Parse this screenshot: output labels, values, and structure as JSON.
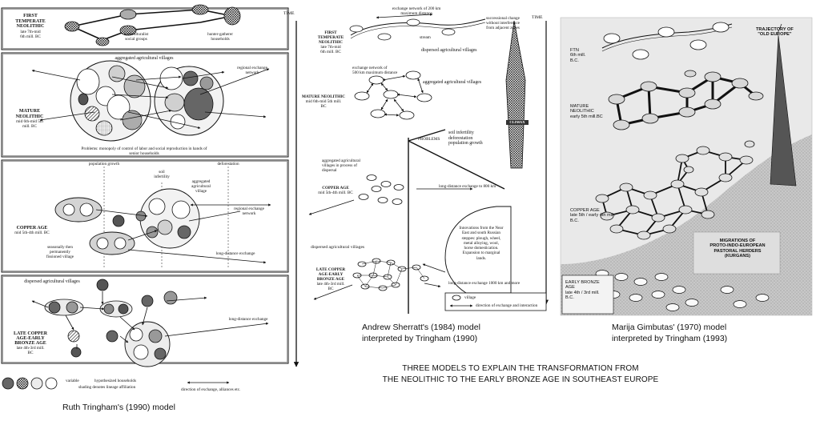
{
  "time_label": "TIME",
  "tringham": {
    "phases": {
      "ftn": "FIRST TEMPERATE NEOLITHIC",
      "ftn_date_1": "late 7th-mid",
      "ftn_date_2": "6th mill. BC",
      "mn": "MATURE NEOLITHIC",
      "mn_date_1": "mid 6th-mid 5th",
      "mn_date_2": "mill. BC",
      "ca": "COPPER AGE",
      "ca_date": "mid 5th-4th mill. BC",
      "lca_1": "LATE COPPER",
      "lca_2": "AGE-EARLY",
      "lca_3": "BRONZE AGE",
      "lca_date_1": "late 4th-3rd mill.",
      "lca_date_2": "BC"
    },
    "labels": {
      "horticulturalist": "horticulturalist",
      "social_groups": "social groups",
      "hunter_gatherer": "hunter-gatherer",
      "households": "households",
      "aggregated_villages": "aggregated   agricultural   villages",
      "regional_network_1": "regional exchange",
      "regional_network_2": "network",
      "problems_1": "Problems: monopoly of control of labor and social reproduction in hands of",
      "problems_2": "senior households",
      "population_growth": "population growth",
      "soil_1": "soil",
      "soil_2": "infertility",
      "deforestation": "deforestation",
      "agg_village_1": "aggregated",
      "agg_village_2": "agricultural",
      "agg_village_3": "village",
      "regional_b_1": "regional exchange",
      "regional_b_2": "network",
      "seasonal_1": "seasonally then",
      "seasonal_2": "permanently",
      "seasonal_3": "fissioned village",
      "long_distance": "long-distance exchange",
      "dispersed_villages": "dispersed   agricultural   villages",
      "long_distance_2": "long-distance exchange",
      "legend_variable": "variable",
      "legend_hypothesized": "hypothesized  households",
      "legend_shading": "shading denotes lineage affiliation",
      "legend_direction": "direction of exchange, alliances etc."
    },
    "caption": "Ruth Tringham's (1990) model"
  },
  "sherratt": {
    "labels": {
      "ftn_1": "FIRST",
      "ftn_2": "TEMPERATE",
      "ftn_3": "NEOLITHIC",
      "ftn_4": "late 7th-mid",
      "ftn_5": "6th mill. BC",
      "exch200_1": "exchange network of 200 km",
      "exch200_2": "maximum distance",
      "stream": "stream",
      "dispersed": "dispersed agricultural villages",
      "exch500_1": "exchange network of",
      "exch500_2": "500 km maximum distance",
      "agg": "aggregated agricultural villages",
      "mn_1": "MATURE NEOLITHIC",
      "mn_2": "mid 6th-mid 5th mill.",
      "mn_3": "BC",
      "successional_1": "successional change",
      "successional_2": "without interference",
      "successional_3": "from adjacent zones",
      "climax": "CLIMAX",
      "problems": "PROBLEMS",
      "soil_1": "soil infertility",
      "soil_2": "deforestation",
      "soil_3": "population growth",
      "agg_dispersal_1": "aggregated agricultural",
      "agg_dispersal_2": "villages in process of",
      "agg_dispersal_3": "dispersal",
      "ca_1": "COPPER AGE",
      "ca_2": "mid 5th-4th mill. BC",
      "ld800": "long-distance exchange to 800 km",
      "innov_1": "Innovations from the Near",
      "innov_2": "East and south Russian",
      "innov_3": "steppes: plough, wheel,",
      "innov_4": "metal alloying, wool,",
      "innov_5": "horse domestication.",
      "innov_6": "Expansion to marginal",
      "innov_7": "lands.",
      "dispersed2": "dispersed    agricultural    villages",
      "lca_1": "LATE COPPER",
      "lca_2": "AGE-EARLY",
      "lca_3": "BRONZE AGE",
      "lca_4": "late 4th-3rd mill.",
      "lca_5": "BC",
      "ld1000": "long-distance exchange 1000 km and more",
      "legend_village": "village",
      "legend_direction": "direction of exchange and interaction"
    },
    "caption_1": "Andrew Sherratt's (1984) model",
    "caption_2": "interpreted  by  Tringham (1990)"
  },
  "gimbutas": {
    "labels": {
      "trajectory_1": "TRAJECTORY OF",
      "trajectory_2": "\"OLD EUROPE\"",
      "ftn_1": "FTN",
      "ftn_2": "6th mill.",
      "ftn_3": "B.C.",
      "mn_1": "MATURE",
      "mn_2": "NEOLITHIC",
      "mn_3": "early 5th mill.BC",
      "ca_1": "COPPER AGE",
      "ca_2": "late 5th / early 4th mill.",
      "ca_3": "B.C.",
      "migr_1": "MIGRATIONS OF",
      "migr_2": "PROTO-INDO-EUROPEAN",
      "migr_3": "PASTORAL HERDERS",
      "migr_4": "(KURGANS)",
      "eba_1": "EARLY BRONZE",
      "eba_2": "AGE",
      "eba_3": "late 4th / 3rd mill.",
      "eba_4": "B.C."
    },
    "caption_1": "Marija Gimbutas' (1970) model",
    "caption_2": "interpreted by Tringham (1993)"
  },
  "figure_title_1": "THREE MODELS TO EXPLAIN THE TRANSFORMATION FROM",
  "figure_title_2": "THE NEOLITHIC TO THE EARLY BRONZE AGE IN SOUTHEAST EUROPE",
  "colors": {
    "ink": "#111111",
    "light_fill": "#d6d6d6",
    "mid_fill": "#9a9a9a",
    "dark_fill": "#555555",
    "gimbutas_bg": "#e9e9e9",
    "gimbutas_slope": "#a9a9a9"
  }
}
